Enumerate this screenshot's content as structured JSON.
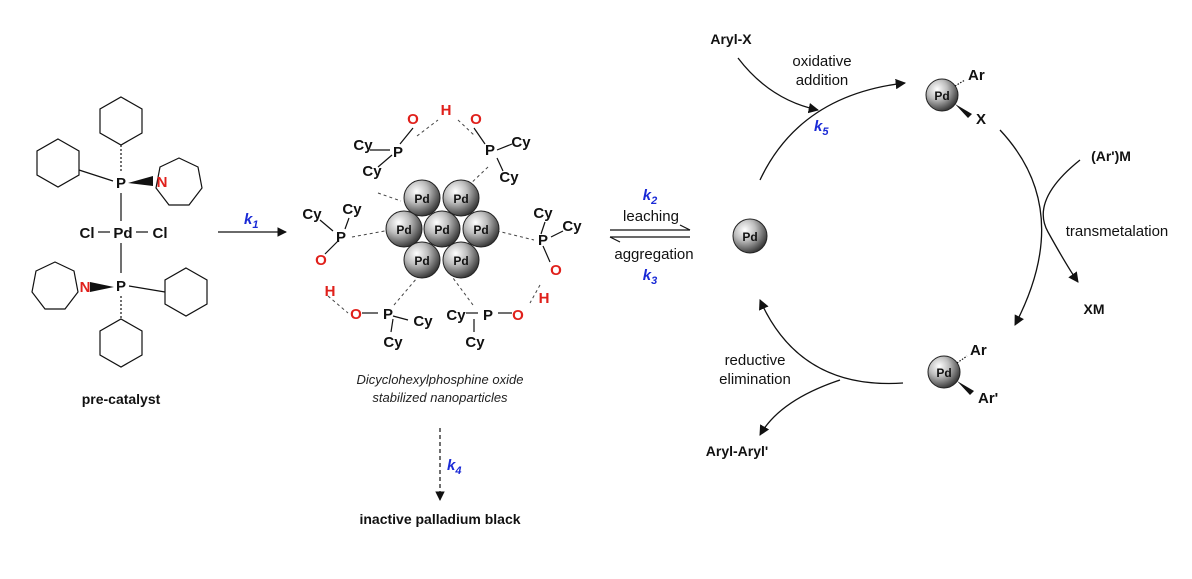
{
  "precatalyst": {
    "caption": "pre-catalyst",
    "atoms": {
      "P": "P",
      "N": "N",
      "Pd": "Pd",
      "Cl": "Cl"
    }
  },
  "nanoparticle": {
    "caption_line1": "Dicyclohexylphosphine oxide",
    "caption_line2": "stabilized nanoparticles",
    "pd": "Pd",
    "cy": "Cy",
    "p": "P",
    "o": "O",
    "h": "H"
  },
  "rates": {
    "k1": {
      "base": "k",
      "sub": "1"
    },
    "k2": {
      "base": "k",
      "sub": "2"
    },
    "k3": {
      "base": "k",
      "sub": "3"
    },
    "k4": {
      "base": "k",
      "sub": "4"
    },
    "k5": {
      "base": "k",
      "sub": "5"
    }
  },
  "equilibrium": {
    "forward": "leaching",
    "reverse": "aggregation"
  },
  "deactivation": {
    "product": "inactive palladium black"
  },
  "cycle": {
    "pd0": "Pd",
    "aryl_x": "Aryl-X",
    "oxidative_addition_line1": "oxidative",
    "oxidative_addition_line2": "addition",
    "ox_complex": {
      "pd": "Pd",
      "ar": "Ar",
      "x": "X"
    },
    "organometal": "(Ar')M",
    "transmetalation": "transmetalation",
    "byproduct": "XM",
    "tm_complex": {
      "pd": "Pd",
      "ar": "Ar",
      "ar2": "Ar'"
    },
    "reductive_elimination_line1": "reductive",
    "reductive_elimination_line2": "elimination",
    "product": "Aryl-Aryl'"
  },
  "colors": {
    "rate_constant": "#1a2ad6",
    "heteroatom": "#e0201b",
    "text": "#111111"
  }
}
